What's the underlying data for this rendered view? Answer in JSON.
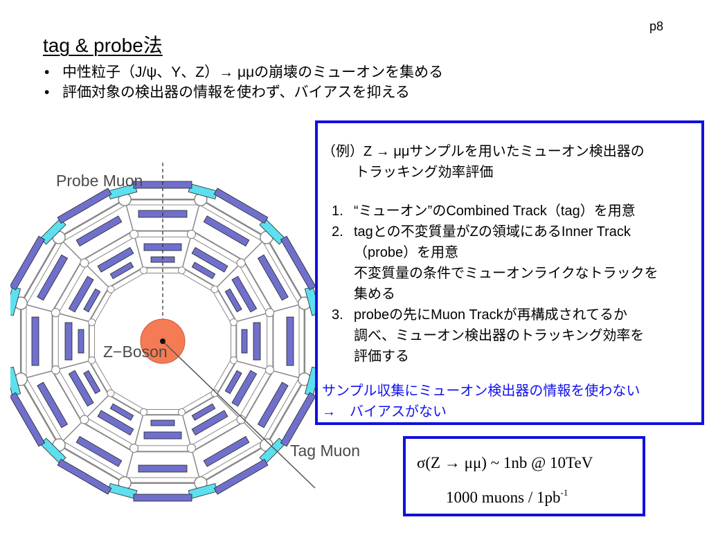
{
  "slide": {
    "page_number": "p8",
    "title": "tag & probe法",
    "bullets": [
      "中性粒子（J/ψ、Υ、Z）→ μμの崩壊のミューオンを集める",
      "評価対象の検出器の情報を使わず、バイアスを抑える"
    ]
  },
  "figure": {
    "probe_label": "Probe Muon",
    "boson_label": "Z−Boson",
    "tag_label": "Tag Muon",
    "colors": {
      "outer_chamber": "#5ce0ef",
      "inner_chamber": "#7070cc",
      "boson": "#f57b55",
      "frame": "#888888"
    }
  },
  "example": {
    "heading_line1": "（例）Z → μμサンプルを用いたミューオン検出器の",
    "heading_line2": "トラッキング効率評価",
    "steps": [
      {
        "num": "1.",
        "lines": [
          "“ミューオン”のCombined Track（tag）を用意"
        ]
      },
      {
        "num": "2.",
        "lines": [
          "tagとの不変質量がZの領域にあるInner Track",
          "（probe）を用意",
          "不変質量の条件でミューオンライクなトラックを",
          "集める"
        ]
      },
      {
        "num": "3.",
        "lines": [
          "probeの先にMuon Trackが再構成されてるか",
          "調べ、ミューオン検出器のトラッキング効率を",
          "評価する"
        ]
      }
    ],
    "conclusion_line1": "サンプル収集にミューオン検出器の情報を使わない",
    "conclusion_arrow": "→",
    "conclusion_line2": "バイアスがない"
  },
  "formula": {
    "line1": "σ(Z → μμ) ~ 1nb @ 10TeV",
    "line2": "1000 muons / 1pb",
    "line2_sup": "-1"
  }
}
